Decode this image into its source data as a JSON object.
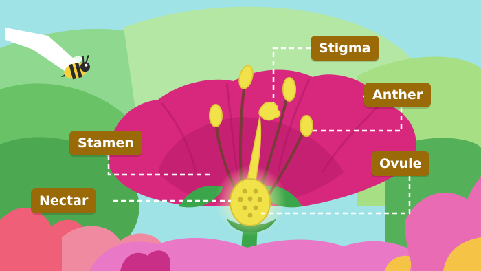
{
  "diagram": {
    "labels": {
      "stigma": "Stigma",
      "anther": "Anther",
      "stamen": "Stamen",
      "ovule": "Ovule",
      "nectar": "Nectar"
    }
  },
  "colors": {
    "label_bg": "#9a6a08",
    "label_text": "#ffffff",
    "leader_line": "#ffffff",
    "petal": "#d8287e",
    "petal_inner": "#b81a68",
    "pollen_yellow": "#f2e24a",
    "filament": "#7a3a3a",
    "stem": "#3aa54a",
    "sky": "#9fe3e6",
    "hill_light": "#a6df84",
    "hill_dark": "#55b05a"
  },
  "icons": {
    "insect": "bee-icon"
  }
}
